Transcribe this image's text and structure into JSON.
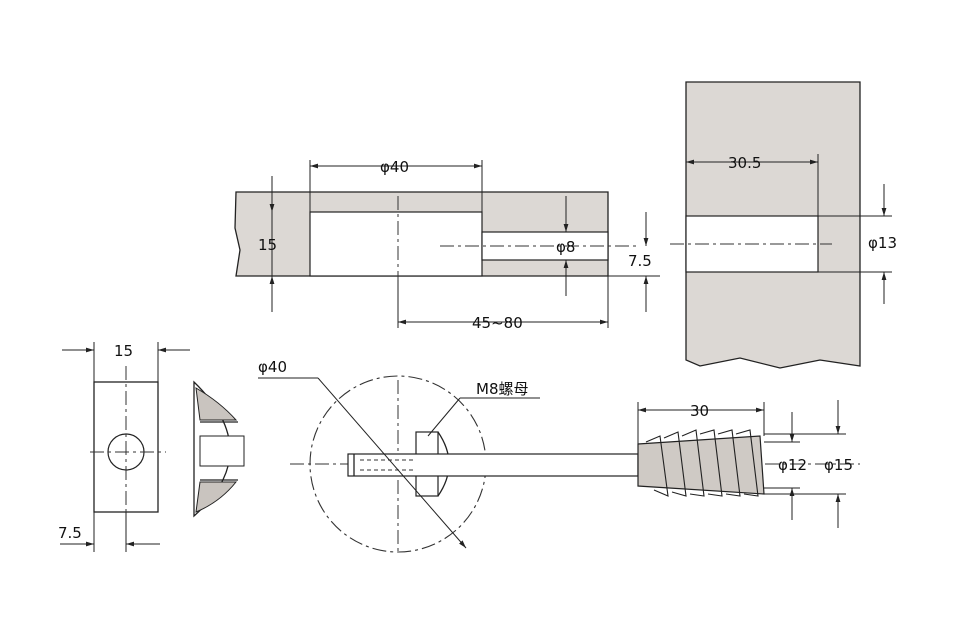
{
  "labels": {
    "hole_dia": "φ40",
    "board_thickness": "15",
    "bolt_hole_dia": "φ8",
    "offset": "7.5",
    "span": "45~80",
    "side_depth": "30.5",
    "side_hole_dia": "φ13",
    "nut_width": "15",
    "nut_offset": "7.5",
    "cam_dia": "φ40",
    "nut_label": "M8螺母",
    "thread_length": "30",
    "thread_minor": "φ12",
    "thread_major": "φ15"
  },
  "colors": {
    "material": "#dcd8d4",
    "line": "#222222"
  }
}
